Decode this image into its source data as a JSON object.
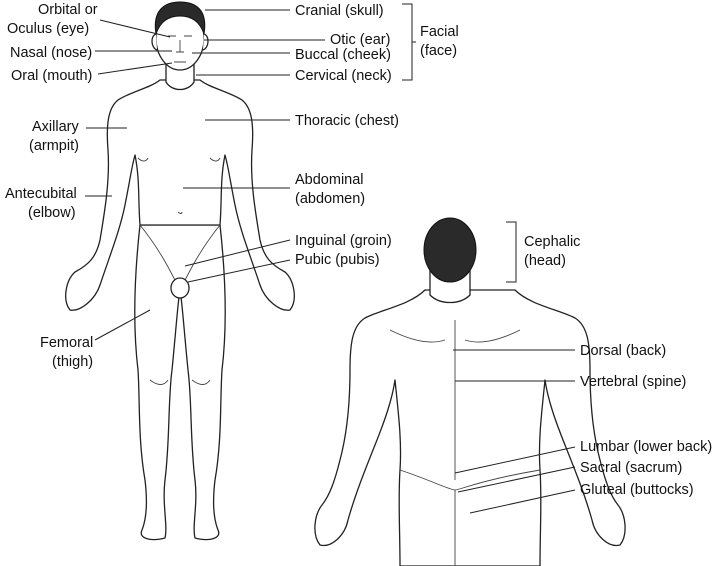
{
  "front_labels": {
    "orbital_1": "Orbital or",
    "orbital_2": "Oculus (eye)",
    "nasal": "Nasal (nose)",
    "oral": "Oral (mouth)",
    "cranial": "Cranial (skull)",
    "otic": "Otic (ear)",
    "buccal": "Buccal (cheek)",
    "cervical": "Cervical (neck)",
    "facial_1": "Facial",
    "facial_2": "(face)",
    "thoracic": "Thoracic (chest)",
    "axillary_1": "Axillary",
    "axillary_2": "(armpit)",
    "antecubital_1": "Antecubital",
    "antecubital_2": "(elbow)",
    "abdominal_1": "Abdominal",
    "abdominal_2": "(abdomen)",
    "inguinal": "Inguinal (groin)",
    "pubic": "Pubic (pubis)",
    "femoral_1": "Femoral",
    "femoral_2": "(thigh)"
  },
  "back_labels": {
    "cephalic_1": "Cephalic",
    "cephalic_2": "(head)",
    "dorsal": "Dorsal (back)",
    "vertebral": "Vertebral (spine)",
    "lumbar": "Lumbar (lower back)",
    "sacral": "Sacral (sacrum)",
    "gluteal": "Gluteal (buttocks)"
  }
}
